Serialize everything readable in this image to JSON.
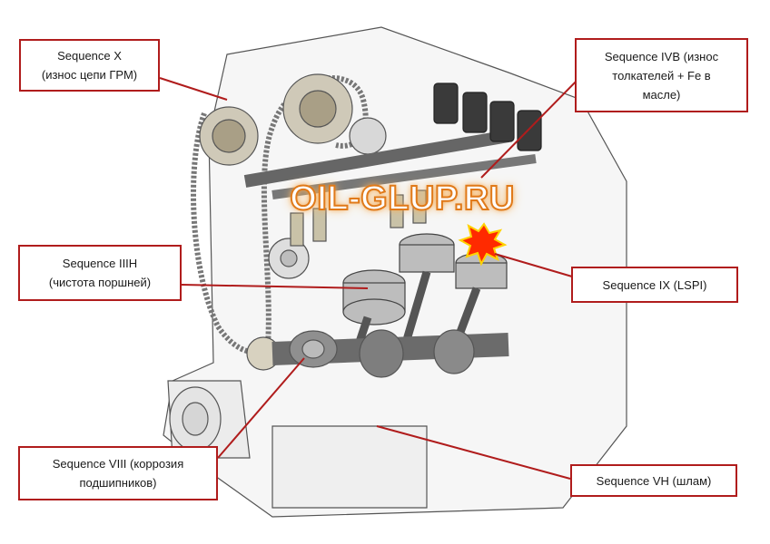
{
  "watermark": "OIL-GLUP.RU",
  "colors": {
    "callout_border": "#b01c1c",
    "leader_line": "#b01c1c",
    "watermark_glow": "#e07a1a",
    "burst": "#ff2a00"
  },
  "callouts": {
    "seq_x": "Sequence X\n(износ цепи ГРМ)",
    "seq_ivb": "Sequence IVB (износ\nтолкателей + Fe в\nмасле)",
    "seq_iiih": "Sequence IIIH\n(чистота поршней)",
    "seq_ix": "Sequence IX (LSPI)",
    "seq_viii": "Sequence VIII (коррозия\nподшипников)",
    "seq_vh": "Sequence VH (шлам)"
  },
  "icons": [
    "engine-illustration",
    "lspi-burst-icon"
  ]
}
